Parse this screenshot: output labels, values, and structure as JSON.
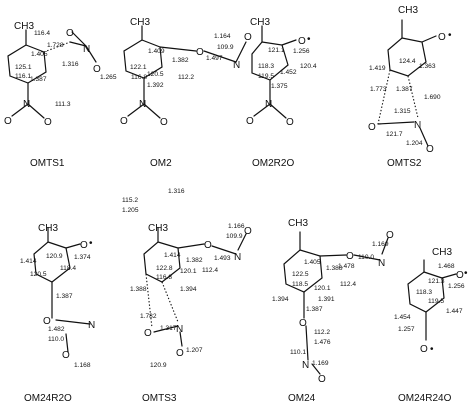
{
  "labels": {
    "OMTS1": "OMTS1",
    "OM2": "OM2",
    "OM2R2O": "OM2R2O",
    "OMTS2": "OMTS2",
    "OM24R2O": "OM24R2O",
    "OMTS3": "OMTS3",
    "OM24": "OM24",
    "OM24R24O": "OM24R24O"
  },
  "atoms": {
    "ch3": "CH3",
    "o": "O",
    "n": "N",
    "dot": "•"
  },
  "floating": {
    "v1316": "1.316",
    "v1152": "115.2",
    "v1205": "1.205"
  },
  "omts1": {
    "a": "116.4",
    "b": "1.728",
    "c": "1.405",
    "d": "125.1",
    "e": "116.1",
    "f": "1.387",
    "g": "1.316",
    "h": "1.265",
    "i": "111.3"
  },
  "om2": {
    "a": "1.164",
    "b": "109.9",
    "c": "1.497",
    "d": "1.409",
    "e": "1.382",
    "f": "122.1",
    "g": "116.8",
    "h": "120.5",
    "i": "1.392",
    "j": "112.2"
  },
  "om2r2o": {
    "a": "121.1",
    "b": "1.256",
    "c": "118.3",
    "d": "119.5",
    "e": "1.452",
    "f": "1.375",
    "g": "120.4"
  },
  "omts2": {
    "a": "124.4",
    "b": "1.363",
    "c": "1.419",
    "d": "1.773",
    "e": "1.387",
    "f": "1.315",
    "g": "1.690",
    "h": "121.7",
    "i": "1.204"
  },
  "om24r2o": {
    "a": "120.9",
    "b": "1.374",
    "c": "1.414",
    "d": "118.4",
    "e": "120.5",
    "f": "1.387",
    "g": "1.482",
    "h": "110.0",
    "i": "1.168"
  },
  "omts3": {
    "a": "1.166",
    "b": "109.9",
    "c": "1.493",
    "d": "1.414",
    "e": "1.382",
    "f": "122.8",
    "g": "116.8",
    "h": "120.1",
    "i": "1.394",
    "j": "112.4",
    "k": "1.388",
    "l": "1.782",
    "m": "1.317",
    "n": "120.9",
    "o": "1.207"
  },
  "om24": {
    "a": "1.169",
    "b": "110.0",
    "c": "1.478",
    "d": "1.405",
    "e": "1.388",
    "f": "122.5",
    "g": "118.5",
    "h": "120.1",
    "i": "1.391",
    "j": "112.4",
    "k": "1.394",
    "l": "1.387",
    "m": "112.2",
    "n": "1.476",
    "o": "110.1",
    "p": "1.169"
  },
  "om24r24o": {
    "a": "1.468",
    "b": "121.3",
    "c": "1.256",
    "d": "118.3",
    "e": "119.5",
    "f": "1.447",
    "g": "1.454",
    "h": "1.257"
  }
}
